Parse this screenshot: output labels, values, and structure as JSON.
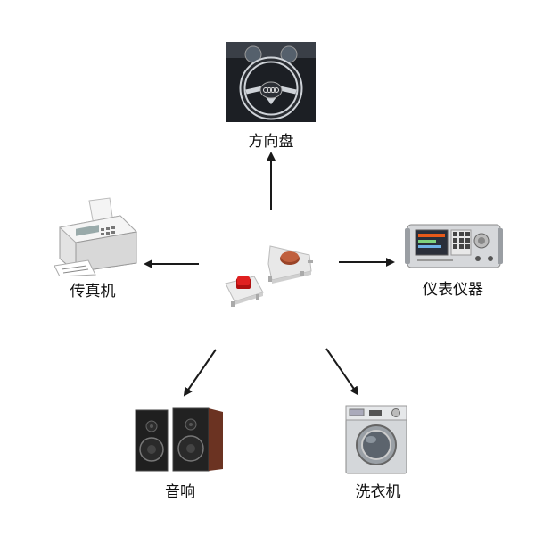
{
  "center": {
    "icon": "tactile-switch-icon"
  },
  "nodes": {
    "steering": {
      "label": "方向盘",
      "icon": "steering-wheel-icon"
    },
    "fax": {
      "label": "传真机",
      "icon": "fax-machine-icon"
    },
    "meter": {
      "label": "仪表仪器",
      "icon": "meter-instrument-icon"
    },
    "speaker": {
      "label": "音响",
      "icon": "speaker-icon"
    },
    "washer": {
      "label": "洗衣机",
      "icon": "washing-machine-icon"
    }
  },
  "colors": {
    "arrow": "#1a1a1a",
    "switch_red": "#d01818",
    "switch_brown": "#b85a3a"
  }
}
